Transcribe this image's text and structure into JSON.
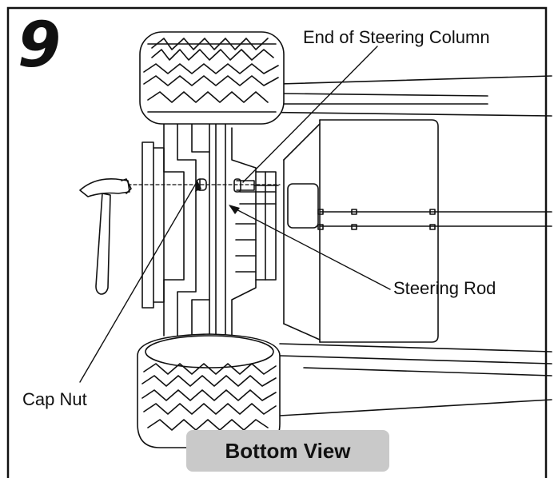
{
  "step_number": "9",
  "labels": {
    "steering_column": "End of Steering Column",
    "steering_rod": "Steering Rod",
    "cap_nut": "Cap Nut"
  },
  "caption": "Bottom View",
  "icons": [
    "hammer-icon"
  ]
}
